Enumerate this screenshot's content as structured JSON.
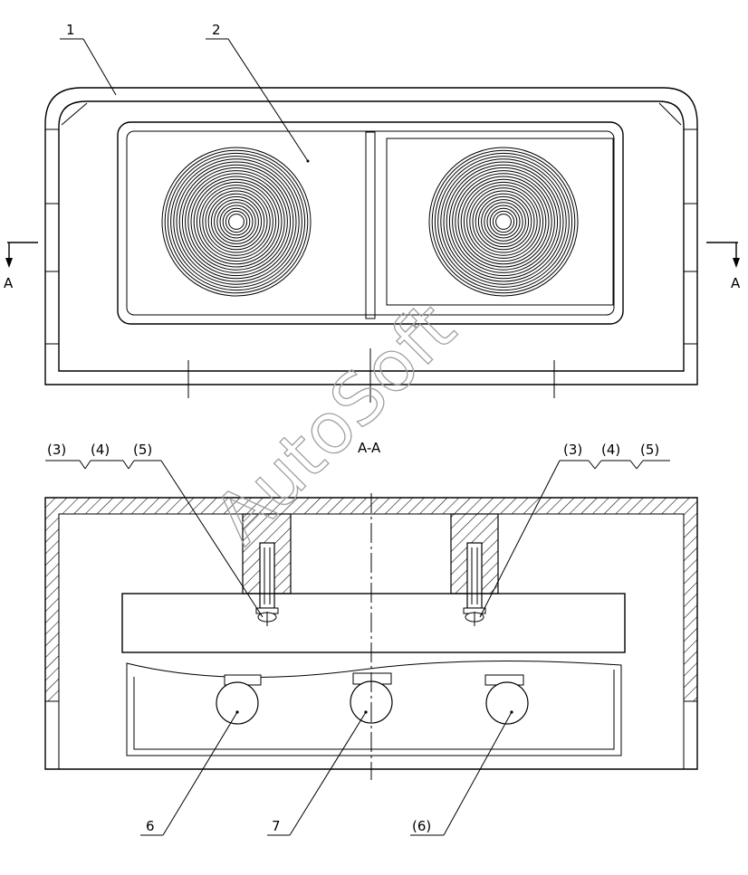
{
  "labels": {
    "one": "1",
    "two": "2",
    "section_left": "A",
    "section_right": "A",
    "section_title": "A-A",
    "left_group": [
      "(3)",
      "(4)",
      "(5)"
    ],
    "right_group": [
      "(3)",
      "(4)",
      "(5)"
    ],
    "six": "6",
    "seven": "7",
    "six_paren": "(6)"
  },
  "watermark": "AutoSoft"
}
